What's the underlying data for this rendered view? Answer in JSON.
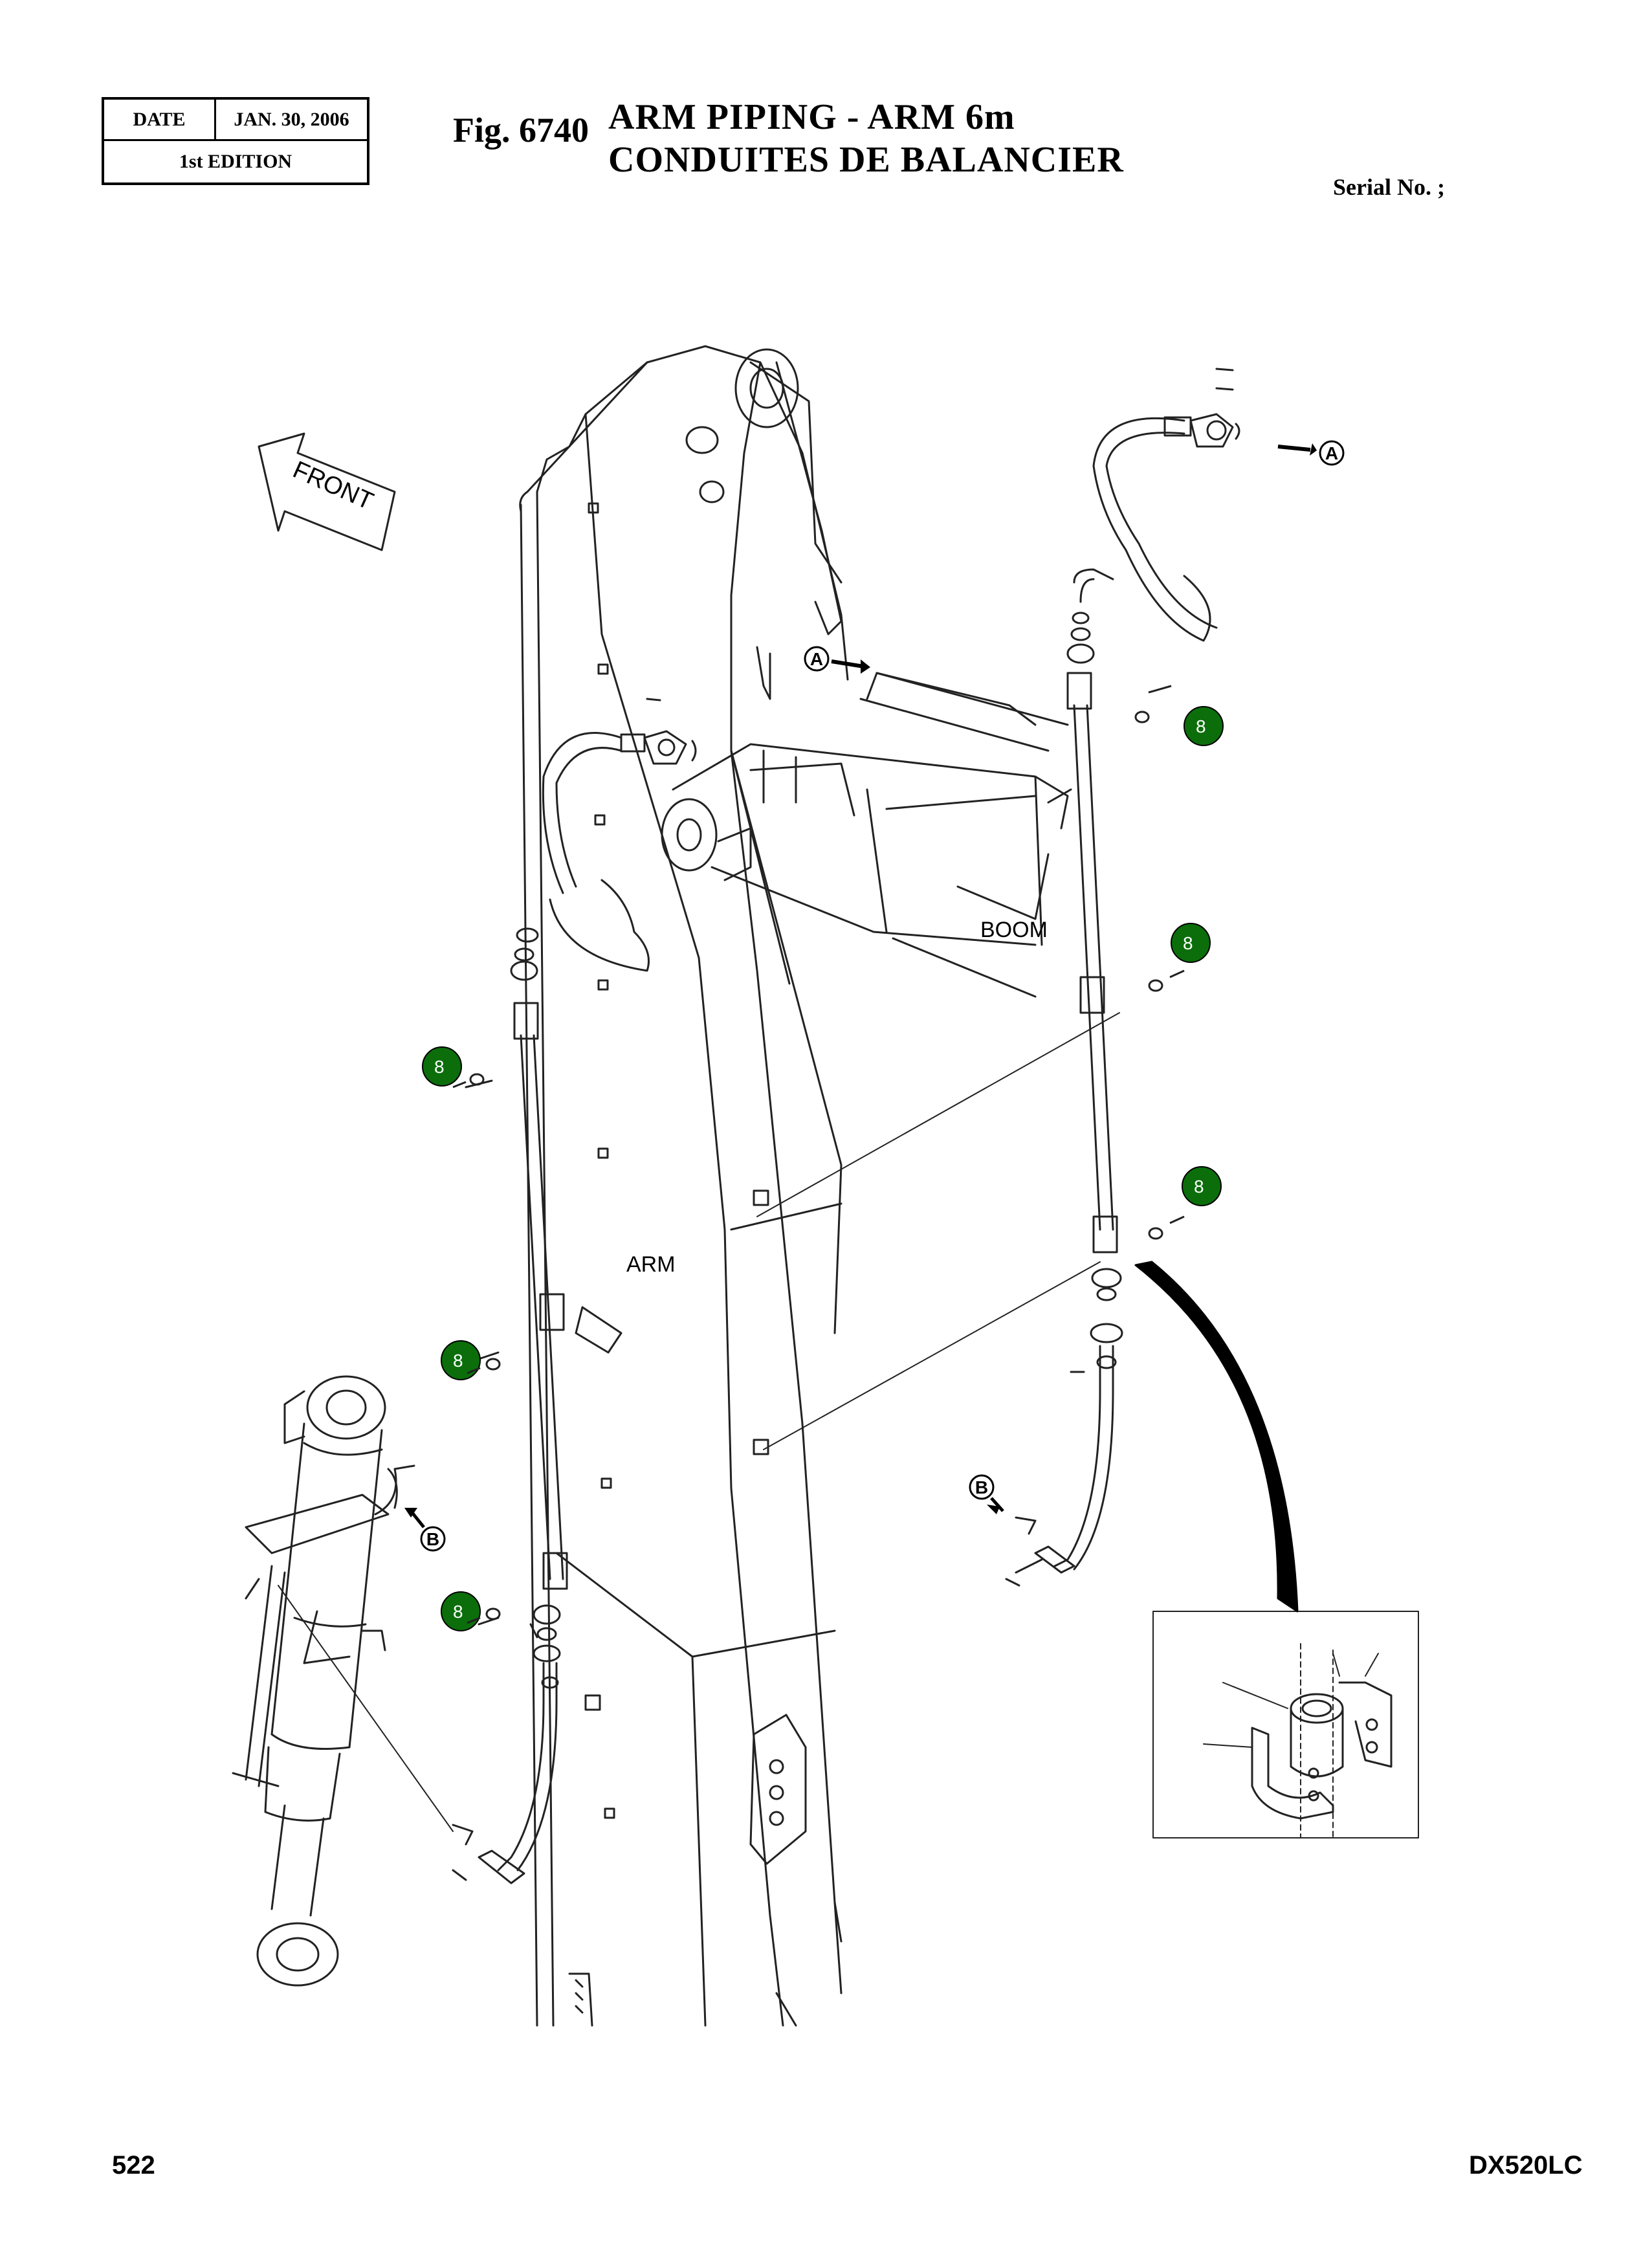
{
  "header": {
    "date_label": "DATE",
    "date_value": "JAN. 30, 2006",
    "edition": "1st EDITION"
  },
  "figure": {
    "number": "Fig. 6740",
    "title_en": "ARM PIPING - ARM 6m",
    "title_fr": "CONDUITES DE BALANCIER",
    "serial": "Serial No. ;"
  },
  "labels": {
    "front": "FRONT",
    "boom": "BOOM",
    "arm": "ARM"
  },
  "callouts": {
    "a": "A",
    "b": "B",
    "item_number": "8",
    "item_color": "#0b6e0b"
  },
  "footer": {
    "page": "522",
    "model": "DX520LC"
  }
}
